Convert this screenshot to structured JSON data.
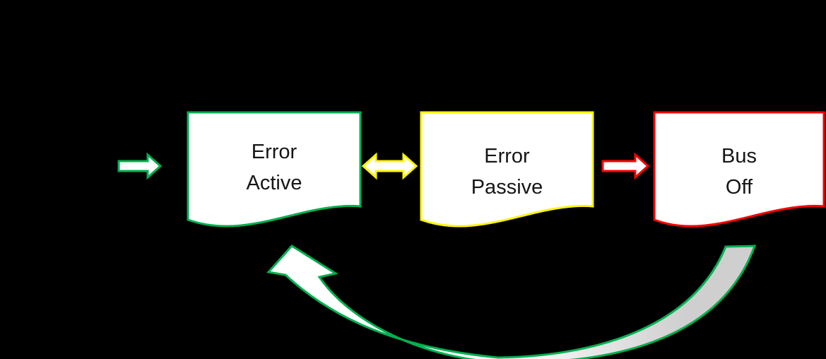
{
  "diagram": {
    "background": "#000000",
    "text_color": "#161616",
    "states": [
      {
        "id": "error-active",
        "line1": "Error",
        "line2": "Active",
        "border_color": "#00B050",
        "fill": "#FFFFFF"
      },
      {
        "id": "error-passive",
        "line1": "Error",
        "line2": "Passive",
        "border_color": "#FFF500",
        "fill": "#FFFFFF"
      },
      {
        "id": "bus-off",
        "line1": "Bus",
        "line2": "Off",
        "border_color": "#FF0000",
        "fill": "#FFFFFF"
      }
    ],
    "arrows": {
      "entry": {
        "name": "entry-arrow",
        "outline": "#00B050",
        "fill": "#FFFFFF"
      },
      "active_passive": {
        "name": "bidirectional-arrow",
        "outline": "#FFF500",
        "fill": "#FFFFFF"
      },
      "passive_busoff": {
        "name": "right-arrow",
        "outline": "#FF0000",
        "fill": "#FFFFFF"
      },
      "recovery": {
        "name": "curved-recovery-arrow",
        "outline": "#00B050",
        "fill_start": "#FFFFFF",
        "fill_mid": "#FFFFFF",
        "fill_end": "#CFCFCF"
      }
    }
  }
}
